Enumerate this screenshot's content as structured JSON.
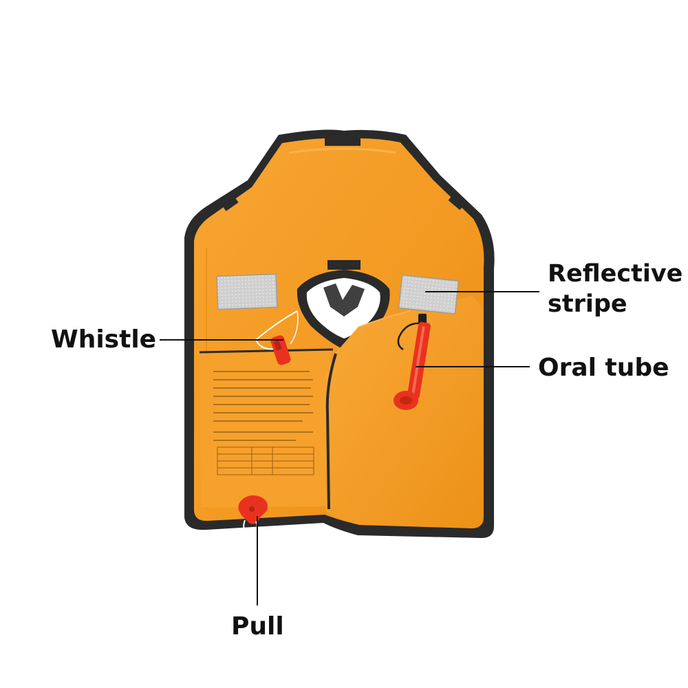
{
  "image": {
    "background_color": "#ffffff",
    "subject": "inflatable-life-vest",
    "vest_color": "#f39a22",
    "trim_color": "#2a2a2a",
    "reflective_color": "#c9c9c9",
    "component_color": "#e8321f"
  },
  "callouts": {
    "reflective_stripe": {
      "line1": "Reflective",
      "line2": "stripe"
    },
    "whistle": {
      "label": "Whistle"
    },
    "oral_tube": {
      "label": "Oral tube"
    },
    "pull": {
      "label": "Pull"
    }
  }
}
